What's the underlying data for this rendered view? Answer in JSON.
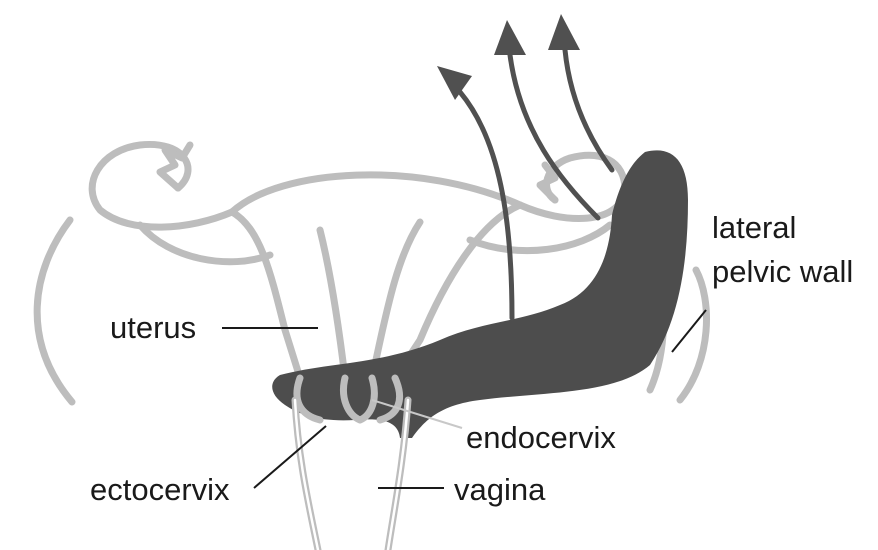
{
  "labels": {
    "uterus": "uterus",
    "lateral_line1": "lateral",
    "lateral_line2": "pelvic wall",
    "endocervix": "endocervix",
    "ectocervix": "ectocervix",
    "vagina": "vagina"
  },
  "colors": {
    "anatomy_outline": "#bdbdbd",
    "tumor_spread": "#4d4d4d",
    "arrows": "#505050",
    "leader_lines": "#1a1a1a",
    "background": "#ffffff"
  },
  "icons": {
    "arrows": "upward-spread-arrow"
  }
}
